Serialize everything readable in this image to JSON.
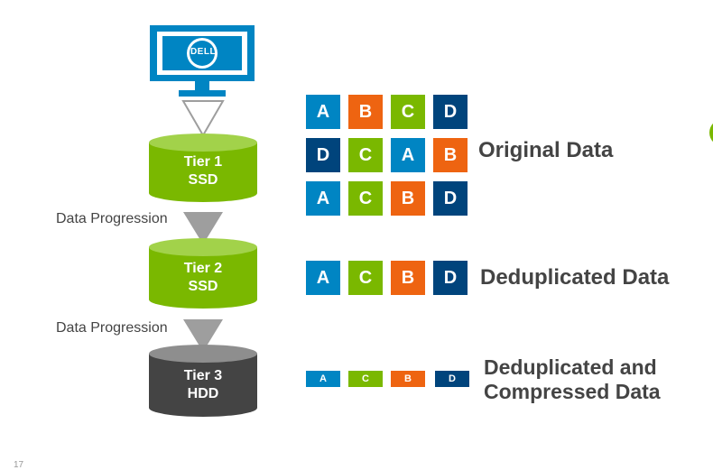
{
  "colors": {
    "blue": "#0085c3",
    "orange": "#ee6411",
    "green": "#7ab800",
    "navy": "#00447c",
    "tier_green": "#82c31a",
    "tier_dark": "#444444",
    "arrow_gray": "#9e9e9e"
  },
  "logo_text": "DELL",
  "tiers": [
    {
      "line1": "Tier 1",
      "line2": "SSD"
    },
    {
      "line1": "Tier 2",
      "line2": "SSD"
    },
    {
      "line1": "Tier 3",
      "line2": "HDD"
    }
  ],
  "progressions": [
    "Data Progression",
    "Data Progression"
  ],
  "original": {
    "rows": [
      [
        "A",
        "B",
        "C",
        "D"
      ],
      [
        "D",
        "C",
        "A",
        "B"
      ],
      [
        "A",
        "C",
        "B",
        "D"
      ]
    ],
    "label": "Original Data"
  },
  "deduplicated": {
    "tiles": [
      "A",
      "C",
      "B",
      "D"
    ],
    "label": "Deduplicated Data"
  },
  "compressed": {
    "tiles": [
      "A",
      "C",
      "B",
      "D"
    ],
    "label_line1": "Deduplicated and",
    "label_line2": "Compressed Data"
  },
  "page_number": "17"
}
